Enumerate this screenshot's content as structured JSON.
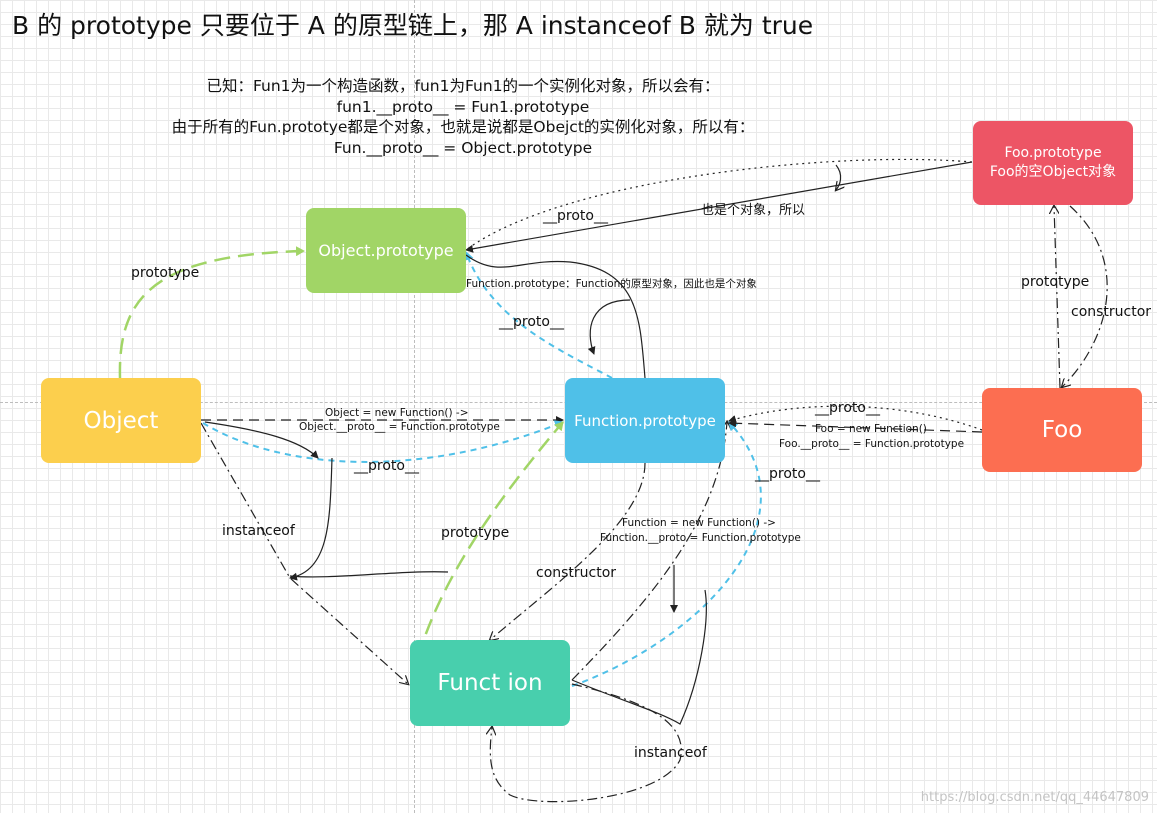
{
  "title": "B 的 prototype 只要位于 A 的原型链上，那 A instanceof B 就为 true",
  "note": {
    "line1": "已知：Fun1为一个构造函数，fun1为Fun1的一个实例化对象，所以会有：",
    "line2": "fun1.__proto__ = Fun1.prototype",
    "line3": "由于所有的Fun.prototye都是个对象，也就是说都是Obejct的实例化对象，所以有：",
    "line4": "Fun.__proto__ = Object.prototype"
  },
  "nodes": {
    "object_prototype": {
      "label": "Object.prototype",
      "color": "#a1d566"
    },
    "object": {
      "label": "Object",
      "color": "#fccf4d"
    },
    "function_prototype": {
      "label": "Function.prototype",
      "color": "#4fc0e8"
    },
    "function": {
      "label": "Funct ion",
      "color": "#48cfad"
    },
    "foo_prototype": {
      "line1": "Foo.prototype",
      "line2": "Foo的空Object对象",
      "color": "#ed5565"
    },
    "foo": {
      "label": "Foo",
      "color": "#fc6e51"
    }
  },
  "edge_labels": {
    "obj_prototype": "prototype",
    "fooproto_proto": "__proto__",
    "fooproto_also_object": "也是个对象，所以",
    "fp_desc": "Function.prototype：Function的原型对象，因此也是个对象",
    "fp_proto": "__proto__",
    "obj_new1": "Object = new Function() ->",
    "obj_new2": "Object.__proto__ = Function.prototype",
    "obj_proto": "__proto__",
    "obj_instanceof": "instanceof",
    "func_prototype": "prototype",
    "func_new1": "Function = new Function() ->",
    "func_new2": "Function.__proto = Function.prototype",
    "fp_constructor": "constructor",
    "foo_proto_top": "__proto__",
    "foo_new1": "Foo = new Function()",
    "foo_new2": "Foo.__proto__ = Function.prototype",
    "func_proto_right": "__proto__",
    "foo_prototype": "prototype",
    "foo_constructor": "constructor",
    "func_instanceof": "instanceof"
  },
  "colors": {
    "green_link": "#a1d566",
    "blue_link": "#4fc0e8",
    "dark_link": "#222222"
  },
  "watermark": "https://blog.csdn.net/qq_44647809"
}
